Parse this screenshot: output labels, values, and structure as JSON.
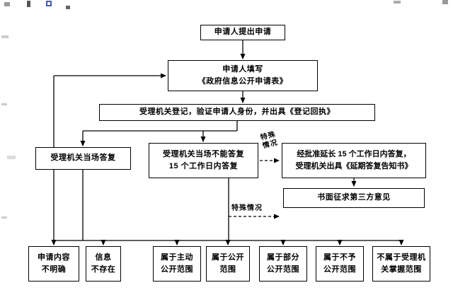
{
  "page": {
    "background": "#ffffff",
    "accent_blue": "#3b5bd0",
    "line_color": "#000000"
  },
  "flow": {
    "apply": {
      "label": "申请人提出申请"
    },
    "form": {
      "line1": "申请人填写",
      "line2": "《政府信息公开申请表》"
    },
    "register": {
      "label": "受理机关登记，验证申请人身份，并出具《登记回执》"
    },
    "onspot": {
      "label": "受理机关当场答复"
    },
    "cannot": {
      "line1": "受理机关当场不能答复",
      "line2": "15 个工作日内答复"
    },
    "extend": {
      "line1": "经批准延长 15 个工作日内答复，",
      "line2": "受理机关出具《延期答复告知书》"
    },
    "third": {
      "label": "书面征求第三方意见"
    },
    "special1": "特殊情况",
    "special2": "特殊情况",
    "outcomes": [
      {
        "line1": "申请内容",
        "line2": "不明确"
      },
      {
        "line1": "信息",
        "line2": "不存在"
      },
      {
        "line1": "属于主动",
        "line2": "公开范围"
      },
      {
        "line1": "属于公开",
        "line2": "范围"
      },
      {
        "line1": "属于部分",
        "line2": "公开范围"
      },
      {
        "line1": "属于不予",
        "line2": "公开范围"
      },
      {
        "line1": "不属于受理机",
        "line2": "关掌握范围"
      }
    ]
  }
}
